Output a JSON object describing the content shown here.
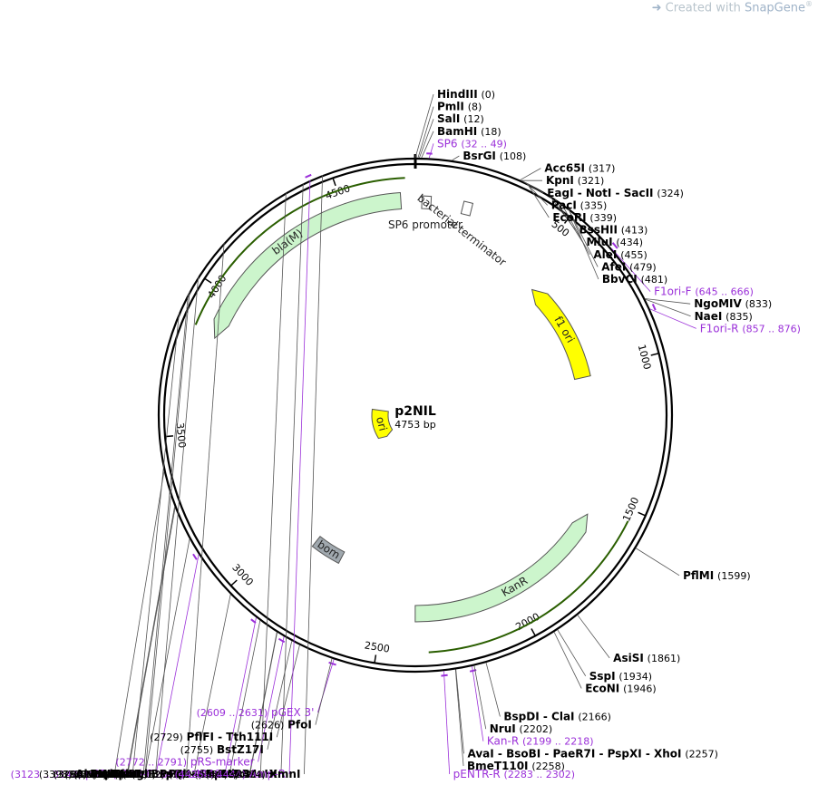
{
  "watermark": {
    "prefix": "Created with ",
    "brand": "SnapGene",
    "mark": "®"
  },
  "plasmid": {
    "name": "p2NIL",
    "size_label": "4753 bp",
    "length": 4753
  },
  "ticks": [
    500,
    1000,
    1500,
    2000,
    2500,
    3000,
    3500,
    4000,
    4500
  ],
  "enzymes": [
    {
      "name": "HindIII",
      "pos": 0,
      "pos_label": "(0)"
    },
    {
      "name": "PmlI",
      "pos": 8,
      "pos_label": "(8)"
    },
    {
      "name": "SalI",
      "pos": 12,
      "pos_label": "(12)"
    },
    {
      "name": "BamHI",
      "pos": 18,
      "pos_label": "(18)"
    },
    {
      "name": "BsrGI",
      "pos": 108,
      "pos_label": "(108)"
    },
    {
      "name": "Acc65I",
      "pos": 317,
      "pos_label": "(317)"
    },
    {
      "name": "KpnI",
      "pos": 321,
      "pos_label": "(321)"
    },
    {
      "name": "EagI - NotI - SacII",
      "pos": 324,
      "pos_label": "(324)"
    },
    {
      "name": "PacI",
      "pos": 335,
      "pos_label": "(335)"
    },
    {
      "name": "EcoRI",
      "pos": 339,
      "pos_label": "(339)"
    },
    {
      "name": "BssHII",
      "pos": 413,
      "pos_label": "(413)"
    },
    {
      "name": "MluI",
      "pos": 434,
      "pos_label": "(434)"
    },
    {
      "name": "AleI",
      "pos": 455,
      "pos_label": "(455)"
    },
    {
      "name": "AfeI",
      "pos": 479,
      "pos_label": "(479)"
    },
    {
      "name": "BbvCI",
      "pos": 481,
      "pos_label": "(481)"
    },
    {
      "name": "NgoMIV",
      "pos": 833,
      "pos_label": "(833)"
    },
    {
      "name": "NaeI",
      "pos": 835,
      "pos_label": "(835)"
    },
    {
      "name": "PflMI",
      "pos": 1599,
      "pos_label": "(1599)"
    },
    {
      "name": "AsiSI",
      "pos": 1861,
      "pos_label": "(1861)"
    },
    {
      "name": "SspI",
      "pos": 1934,
      "pos_label": "(1934)"
    },
    {
      "name": "EcoNI",
      "pos": 1946,
      "pos_label": "(1946)"
    },
    {
      "name": "BspDI - ClaI",
      "pos": 2166,
      "pos_label": "(2166)"
    },
    {
      "name": "NruI",
      "pos": 2202,
      "pos_label": "(2202)"
    },
    {
      "name": "AvaI - BsoBI - PaeR7I - PspXI - XhoI",
      "pos": 2257,
      "pos_label": "(2257)"
    },
    {
      "name": "BmeT110I",
      "pos": 2258,
      "pos_label": "(2258)"
    },
    {
      "name": "PfoI",
      "pos": 2626,
      "pos_label": "(2626)"
    },
    {
      "name": "PflFI - Tth111I",
      "pos": 2729,
      "pos_label": "(2729)"
    },
    {
      "name": "BstZ17I",
      "pos": 2755,
      "pos_label": "(2755)"
    },
    {
      "name": "NdeI",
      "pos": 2805,
      "pos_label": "(2805)"
    },
    {
      "name": "BstAPI",
      "pos": 2806,
      "pos_label": "(2806)"
    },
    {
      "name": "BspQI - SapI",
      "pos": 2866,
      "pos_label": "(2866)"
    },
    {
      "name": "PciI",
      "pos": 2982,
      "pos_label": "(2982)"
    },
    {
      "name": "BciVI",
      "pos": 3185,
      "pos_label": "(3185)"
    },
    {
      "name": "BseYI",
      "pos": 3286,
      "pos_label": "(3286)"
    },
    {
      "name": "PspFI",
      "pos": 3290,
      "pos_label": "(3290)"
    },
    {
      "name": "AlwNI",
      "pos": 3398,
      "pos_label": "(3398)"
    },
    {
      "name": "AhdI",
      "pos": 3875,
      "pos_label": "(3875)"
    },
    {
      "name": "BsaI",
      "pos": 3936,
      "pos_label": "(3936)"
    },
    {
      "name": "BpmI",
      "pos": 3945,
      "pos_label": "(3945)"
    },
    {
      "name": "BglI",
      "pos": 3995,
      "pos_label": "(3995)"
    },
    {
      "name": "PstI",
      "pos": 4120,
      "pos_label": "(4120)"
    },
    {
      "name": "ScaI",
      "pos": 4355,
      "pos_label": "(4355)"
    },
    {
      "name": "BsaHI",
      "pos": 4412,
      "pos_label": "(4412)"
    },
    {
      "name": "XmnI",
      "pos": 4474,
      "pos_label": "(4474)"
    }
  ],
  "primers": [
    {
      "name": "SP6",
      "range": [
        32,
        49
      ],
      "range_label": "(32 .. 49)"
    },
    {
      "name": "F1ori-F",
      "range": [
        645,
        666
      ],
      "range_label": "(645 .. 666)"
    },
    {
      "name": "F1ori-R",
      "range": [
        857,
        876
      ],
      "range_label": "(857 .. 876)"
    },
    {
      "name": "Kan-R",
      "range": [
        2199,
        2218
      ],
      "range_label": "(2199 .. 2218)"
    },
    {
      "name": "pENTR-R",
      "range": [
        2283,
        2302
      ],
      "range_label": "(2283 .. 2302)"
    },
    {
      "name": "pGEX 3'",
      "range": [
        2609,
        2631
      ],
      "range_label": "(2609 .. 2631)"
    },
    {
      "name": "pRS-marker",
      "range": [
        2772,
        2791
      ],
      "range_label": "(2772 .. 2791)"
    },
    {
      "name": "L4440",
      "range": [
        2872,
        2889
      ],
      "range_label": "(2872 .. 2889)"
    },
    {
      "name": "pBR322ori-F",
      "range": [
        3123,
        3142
      ],
      "range_label": "(3123 .. 3142)"
    },
    {
      "name": "Amp-R",
      "range": [
        4425,
        4444
      ],
      "range_label": "(4425 .. 4444)"
    }
  ],
  "features": [
    {
      "name": "SP6 promoter",
      "type": "promoter",
      "start": 30,
      "end": 49,
      "dir": 1,
      "color": "#ffffff"
    },
    {
      "name": "bacterial terminator",
      "type": "terminator",
      "start": 150,
      "end": 220,
      "dir": 0,
      "color": "#ffffff"
    },
    {
      "name": "f1 ori",
      "type": "origin",
      "start": 566,
      "end": 1021,
      "dir": -1,
      "color": "#ffff00"
    },
    {
      "name": "KanR",
      "type": "gene",
      "start": 1583,
      "end": 2377,
      "dir": -1,
      "color": "#ccf5cc"
    },
    {
      "name": "bom",
      "type": "misc",
      "start": 2738,
      "end": 2880,
      "dir": 0,
      "color": "#a0a8ae"
    },
    {
      "name": "ori",
      "type": "origin",
      "start": 3080,
      "end": 3668,
      "dir": -1,
      "color": "#ffff00"
    },
    {
      "name": "bla(M)",
      "type": "gene",
      "start": 3842,
      "end": 4702,
      "dir": -1,
      "color": "#ccf5cc"
    }
  ],
  "orfs": [
    {
      "start": 1538,
      "end": 2334,
      "dir": -1
    },
    {
      "start": 3860,
      "end": 4720,
      "dir": -1
    }
  ],
  "colors": {
    "primer": "#9b30d9",
    "backbone": "#000000",
    "orf": "#2a5e00",
    "leader": "#555555"
  }
}
